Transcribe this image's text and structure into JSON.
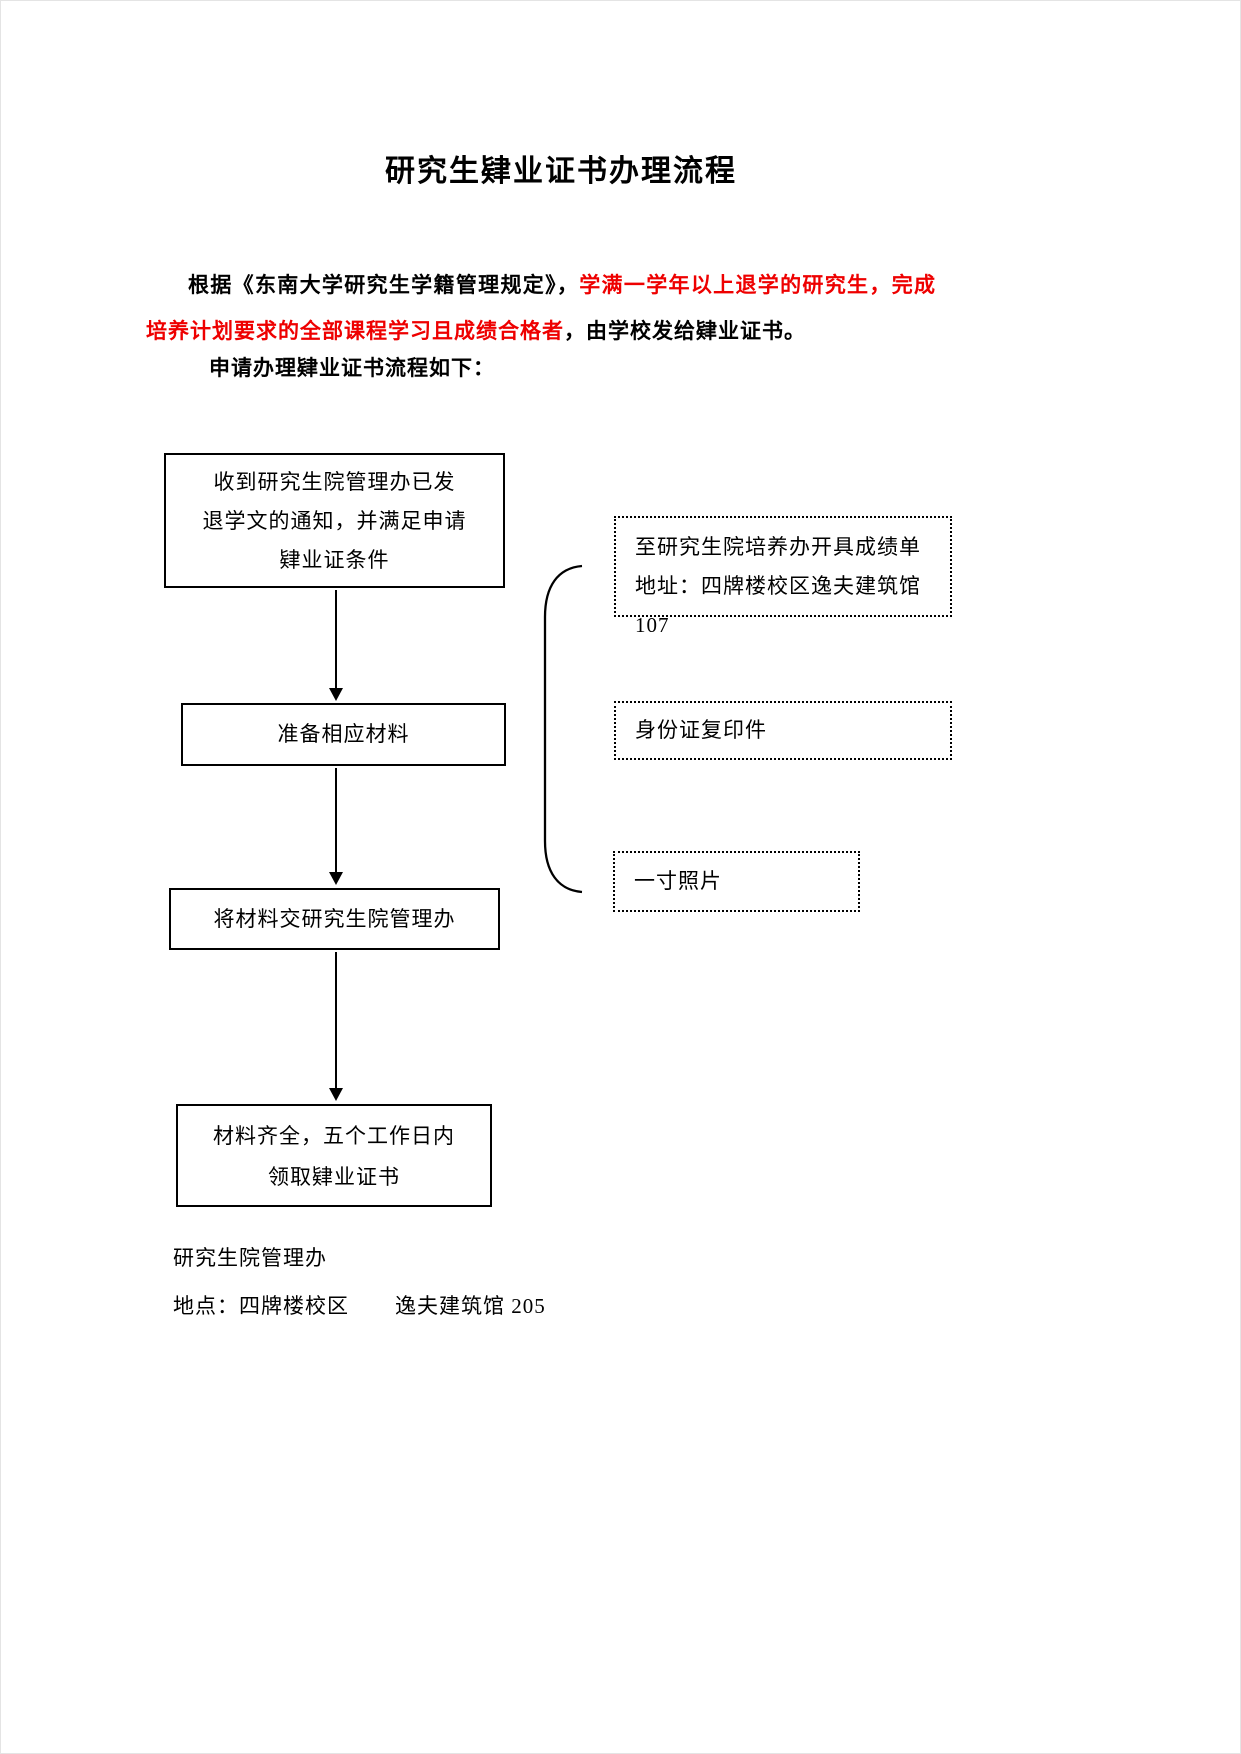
{
  "page": {
    "title": "研究生肄业证书办理流程"
  },
  "intro": {
    "black1": "根据《东南大学研究生学籍管理规定》，",
    "red": "学满一学年以上退学的研究生，完成培养计划要求的全部课程学习且成绩合格者",
    "black2": "，由学校发给肄业证书。",
    "subline": "申请办理肄业证书流程如下："
  },
  "flowchart": {
    "step1_lines": [
      "收到研究生院管理办已发",
      "退学文的通知，并满足申请",
      "肄业证条件"
    ],
    "step2": "准备相应材料",
    "step3": "将材料交研究生院管理办",
    "step4_lines": [
      "材料齐全，五个工作日内",
      "领取肄业证书"
    ]
  },
  "materials": {
    "transcript_line1": "至研究生院培养办开具成绩单",
    "transcript_line2": "地址：四牌楼校区逸夫建筑馆 107",
    "id_copy": "身份证复印件",
    "photo": "一寸照片"
  },
  "footer": {
    "office": "研究生院管理办",
    "location_prefix": "地点：四牌楼校区",
    "location_suffix": "逸夫建筑馆 205"
  },
  "colors": {
    "highlight_red": "#ee0000",
    "text_black": "#000000"
  }
}
